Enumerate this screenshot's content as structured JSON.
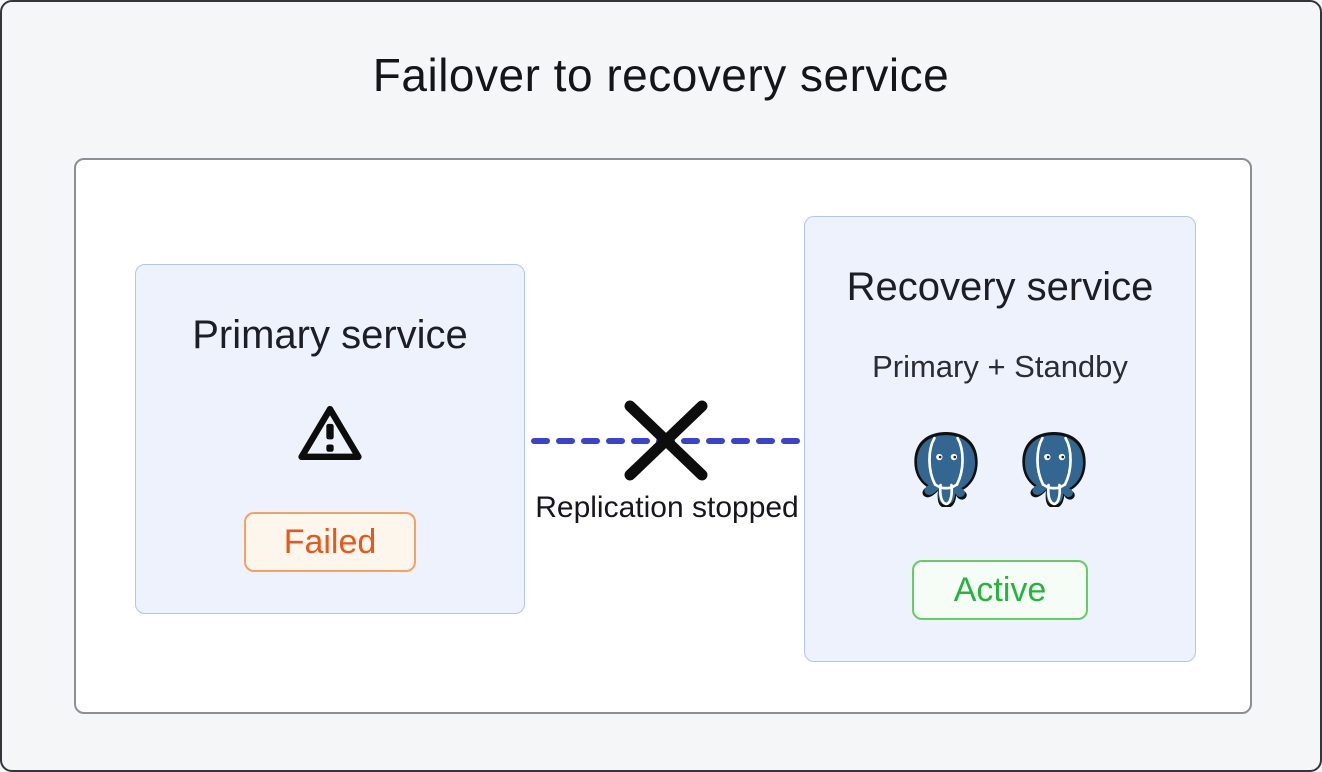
{
  "header": {
    "title": "Failover to recovery service"
  },
  "primary_service": {
    "title": "Primary service",
    "icon": "warning-triangle-icon",
    "status": {
      "label": "Failed",
      "text_color": "#e8571c",
      "border_color": "#f3a360",
      "background": "#fdf6ec"
    }
  },
  "connector": {
    "label": "Replication stopped",
    "style": "dashed-line-with-cross",
    "line_color": "#3a43c9",
    "cross_color": "#0d0d0d"
  },
  "recovery_service": {
    "title": "Recovery service",
    "subtitle": "Primary + Standby",
    "icons": [
      "postgresql-elephant-icon",
      "postgresql-elephant-icon"
    ],
    "postgres_blue": "#336791",
    "status": {
      "label": "Active",
      "text_color": "#26b33e",
      "border_color": "#63cf63",
      "background": "#f6fcf6"
    }
  }
}
